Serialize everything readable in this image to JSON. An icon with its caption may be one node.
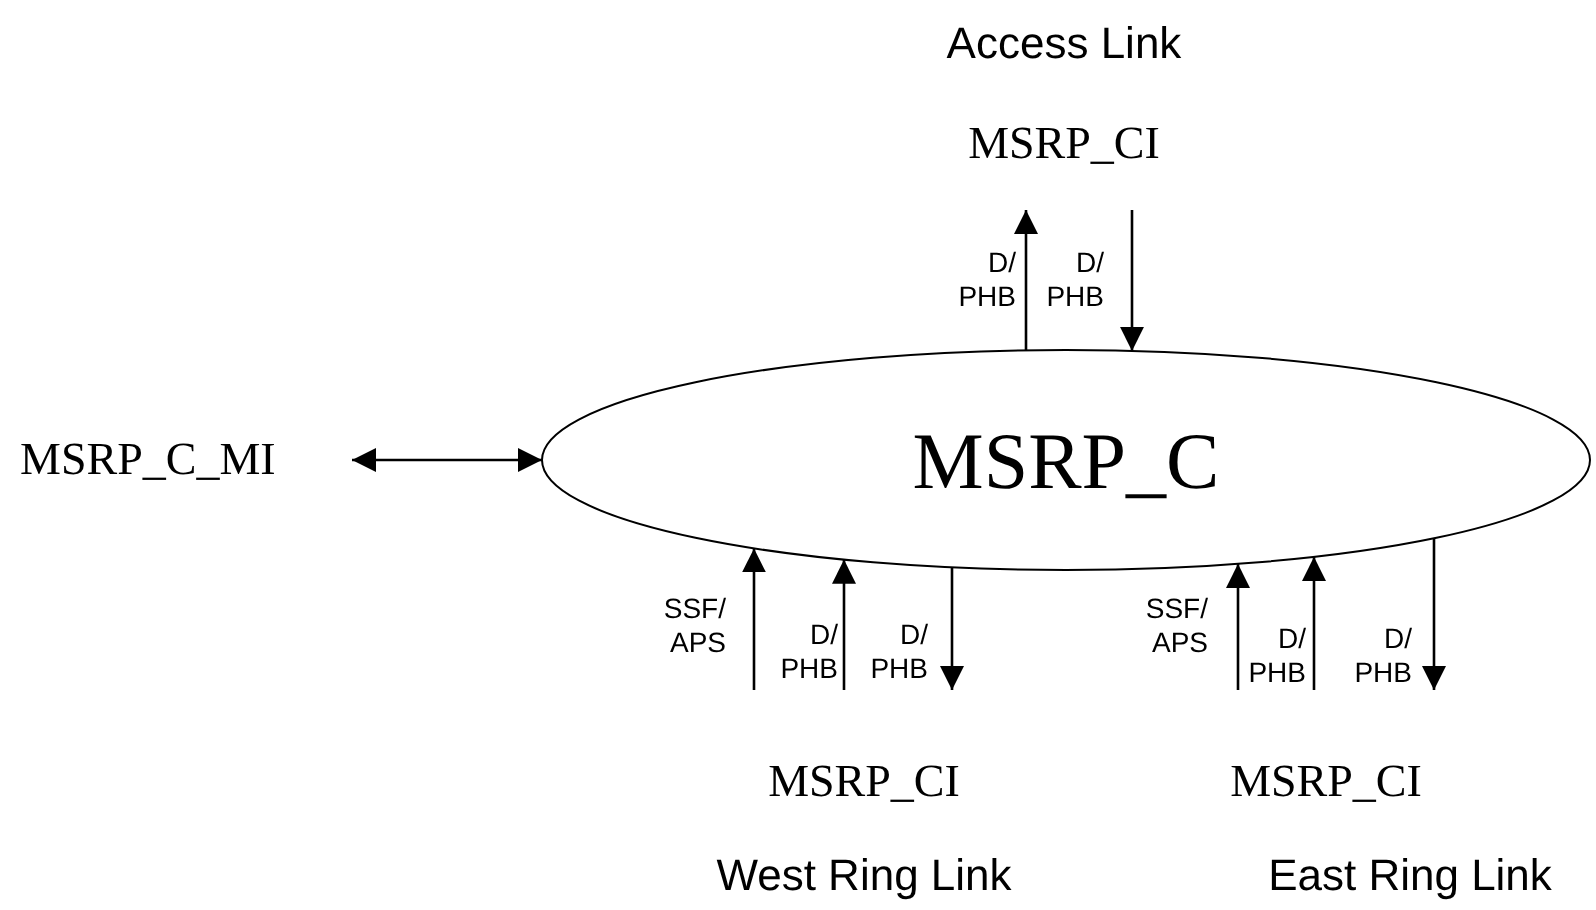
{
  "diagram": {
    "nodes": [
      {
        "text": [
          "MSRP_C"
        ]
      },
      {
        "text": [
          "MSRP_C_MI"
        ]
      }
    ],
    "edges": [
      {
        "from": 1,
        "to": 0,
        "arrow": "both"
      },
      {
        "from": 0,
        "to": null,
        "arrow": "to",
        "label": "D/ PHB"
      },
      {
        "from": null,
        "to": 0,
        "arrow": "to",
        "label": "D/ PHB"
      },
      {
        "from": null,
        "to": 0,
        "arrow": "to",
        "label": "SSF/ APS"
      },
      {
        "from": null,
        "to": 0,
        "arrow": "to",
        "label": "D/ PHB"
      },
      {
        "from": 0,
        "to": null,
        "arrow": "to",
        "label": "D/ PHB"
      },
      {
        "from": null,
        "to": 0,
        "arrow": "to",
        "label": "SSF/ APS"
      },
      {
        "from": null,
        "to": 0,
        "arrow": "to",
        "label": "D/ PHB"
      },
      {
        "from": 0,
        "to": null,
        "arrow": "to",
        "label": "D/ PHB"
      }
    ],
    "labels": [
      "Access Link",
      "MSRP_CI",
      "MSRP_CI",
      "MSRP_CI",
      "West Ring Link",
      "East Ring Link"
    ]
  }
}
